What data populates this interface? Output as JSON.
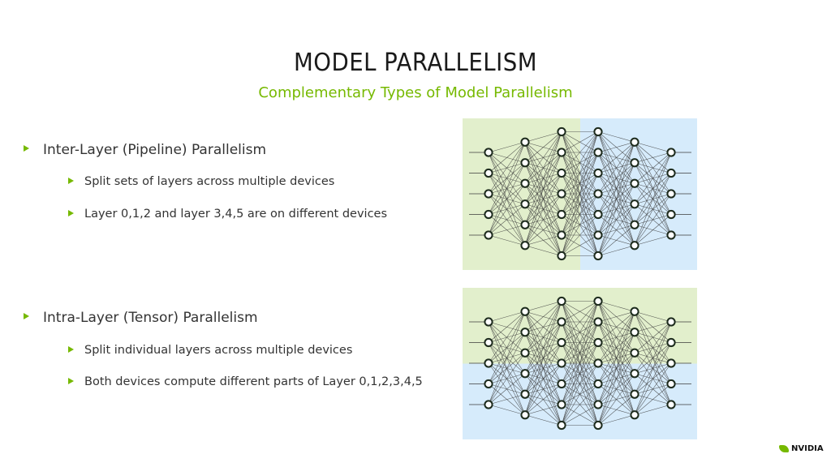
{
  "slide": {
    "title": "MODEL PARALLELISM",
    "subtitle": "Complementary Types of Model Parallelism",
    "brand": "NVIDIA"
  },
  "bullets": {
    "inter": {
      "heading": "Inter-Layer (Pipeline) Parallelism",
      "points": [
        "Split sets of layers across multiple devices",
        "Layer 0,1,2 and layer 3,4,5 are on different devices"
      ]
    },
    "intra": {
      "heading": "Intra-Layer (Tensor) Parallelism",
      "points": [
        "Split individual layers across multiple devices",
        "Both devices compute different parts of Layer 0,1,2,3,4,5"
      ]
    }
  },
  "diagram": {
    "layer_sizes": [
      5,
      6,
      7,
      7,
      6,
      5
    ],
    "colors": {
      "green_region": "#e2efcc",
      "blue_region": "#d6ebfb",
      "node_stroke": "#1d2b1d",
      "edge": "#3b3b3b",
      "accent": "#76b900"
    },
    "pipeline": {
      "split": "vertical",
      "green_layers": [
        0,
        1,
        2
      ],
      "blue_layers": [
        3,
        4,
        5
      ]
    },
    "tensor": {
      "split": "horizontal",
      "green": "top",
      "blue": "bottom"
    }
  }
}
